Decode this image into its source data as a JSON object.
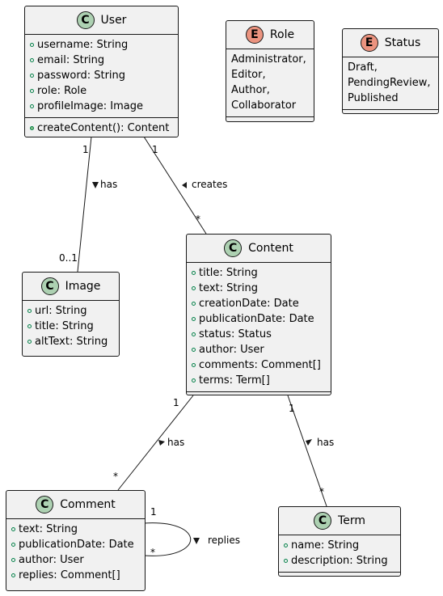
{
  "classes": {
    "user": {
      "name": "User",
      "attributes": [
        "username: String",
        "email: String",
        "password: String",
        "role: Role",
        "profileImage: Image"
      ],
      "methods": [
        "createContent(): Content"
      ]
    },
    "role": {
      "name": "Role",
      "values": [
        "Administrator,",
        "Editor,",
        "Author,",
        "Collaborator"
      ]
    },
    "status": {
      "name": "Status",
      "values": [
        "Draft,",
        "PendingReview,",
        "Published"
      ]
    },
    "image": {
      "name": "Image",
      "attributes": [
        "url: String",
        "title: String",
        "altText: String"
      ]
    },
    "content": {
      "name": "Content",
      "attributes": [
        "title: String",
        "text: String",
        "creationDate: Date",
        "publicationDate: Date",
        "status: Status",
        "author: User",
        "comments: Comment[]",
        "terms: Term[]"
      ]
    },
    "comment": {
      "name": "Comment",
      "attributes": [
        "text: String",
        "publicationDate: Date",
        "author: User",
        "replies: Comment[]"
      ]
    },
    "term": {
      "name": "Term",
      "attributes": [
        "name: String",
        "description: String"
      ]
    }
  },
  "relations": {
    "user_image": {
      "label": "has",
      "from_mult": "1",
      "to_mult": "0..1"
    },
    "user_content": {
      "label": "creates",
      "from_mult": "1",
      "to_mult": "*"
    },
    "content_comment": {
      "label": "has",
      "from_mult": "1",
      "to_mult": "*"
    },
    "content_term": {
      "label": "has",
      "from_mult": "1",
      "to_mult": "*"
    },
    "comment_self": {
      "label": "replies",
      "from_mult": "1",
      "to_mult": "*"
    }
  },
  "stereotypes": {
    "class_letter": "C",
    "enum_letter": "E"
  },
  "colors": {
    "box_fill": "#f1f1f1",
    "class_badge": "#add1b2",
    "enum_badge": "#eb937f",
    "line": "#181818"
  }
}
